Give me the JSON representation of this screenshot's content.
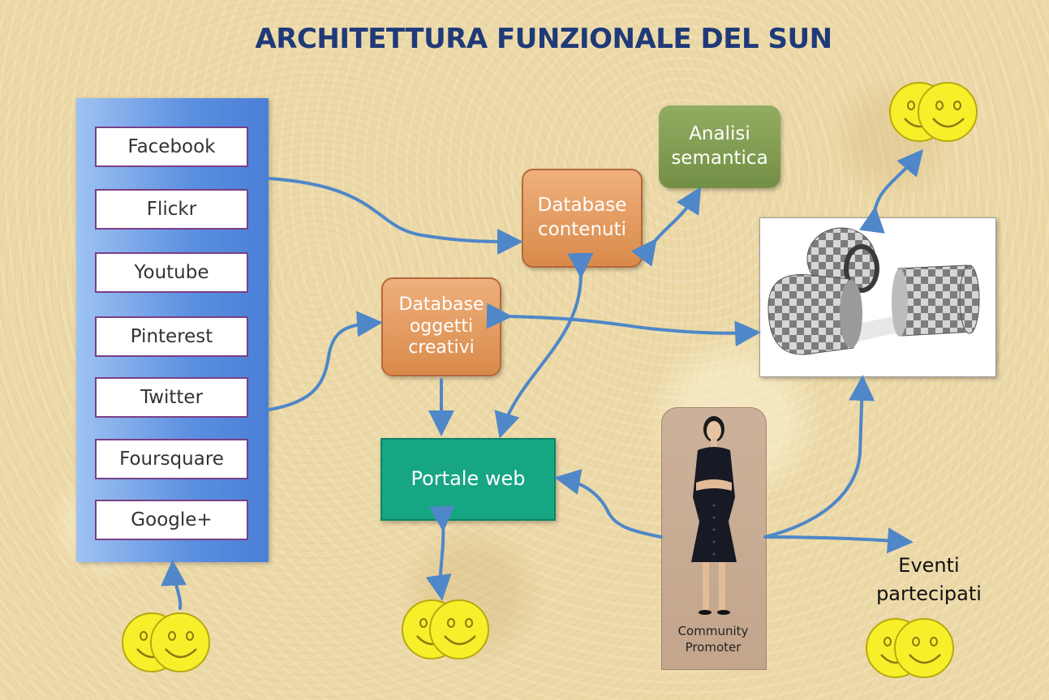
{
  "title": "ARCHITETTURA FUNZIONALE DEL SUN",
  "sources": [
    "Facebook",
    "Flickr",
    "Youtube",
    "Pinterest",
    "Twitter",
    "Foursquare",
    "Google+"
  ],
  "db_contenuti": {
    "line1": "Database",
    "line2": "contenuti"
  },
  "analisi": {
    "line1": "Analisi",
    "line2": "semantica"
  },
  "db_oggetti": {
    "line1": "Database",
    "line2": "oggetti",
    "line3": "creativi"
  },
  "portale": "Portale web",
  "promoter": {
    "line1": "Community",
    "line2": "Promoter"
  },
  "eventi": {
    "line1": "Eventi",
    "line2": "partecipati"
  },
  "colors": {
    "title": "#1f3a78",
    "arrow": "#4f87c8",
    "orange_box": "#e39a5c",
    "semantic_box": "#7f9b50",
    "portal_box": "#17a684",
    "smiley": "#f7ef2a",
    "sidebar": "#5b8fe0"
  },
  "icons": [
    "smiley-face-pair-icon",
    "server-pods-image",
    "community-promoter-photo"
  ]
}
